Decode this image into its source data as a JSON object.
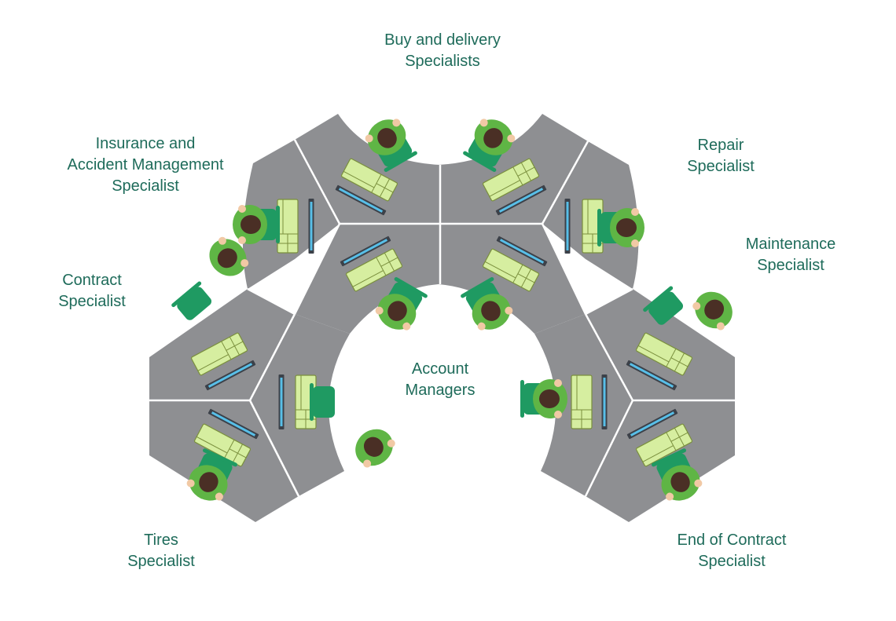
{
  "labels": {
    "buy": [
      "Buy and delivery",
      "Specialists"
    ],
    "insurance": [
      "Insurance and",
      "Accident Management",
      "Specialist"
    ],
    "repair": [
      "Repair",
      "Specialist"
    ],
    "maintenance": [
      "Maintenance",
      "Specialist"
    ],
    "contract": [
      "Contract",
      "Specialist"
    ],
    "account": [
      "Account",
      "Managers"
    ],
    "tires": [
      "Tires",
      "Specialist"
    ],
    "end_of_contract": [
      "End of Contract",
      "Specialist"
    ]
  },
  "colors": {
    "desk": "#8e8f92",
    "desk_line": "#ffffff",
    "keyboard": "#d6eea0",
    "monitor": "#58bfe8",
    "monitor_frame": "#3c4149",
    "chair": "#1f9a62",
    "shoulders": "#5fb545",
    "hair": "#4a2f25",
    "label": "#1e6b5a"
  },
  "icons": [
    "desk-segment",
    "keyboard-icon",
    "monitor-icon",
    "chair-icon",
    "person-icon"
  ]
}
